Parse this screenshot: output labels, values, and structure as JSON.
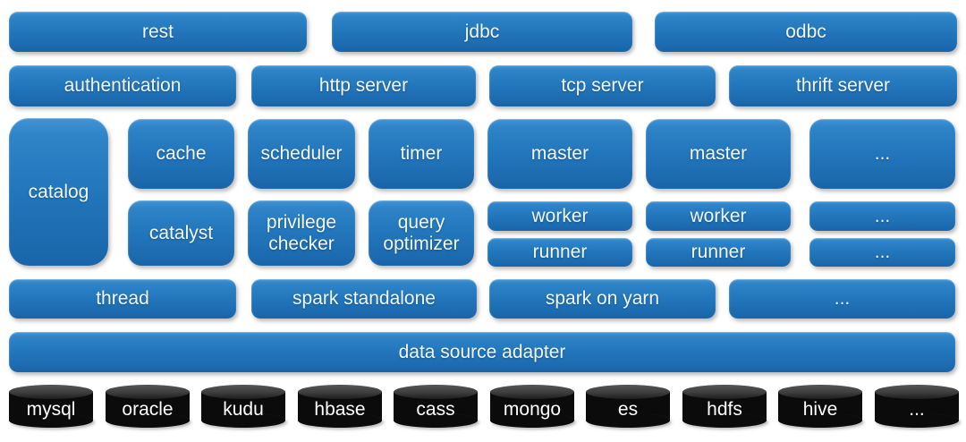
{
  "colors": {
    "background": "#ffffff",
    "box_gradient_top": "#4093d5",
    "box_gradient_bottom": "#1a64a8",
    "box_text": "#f2f7fc",
    "cylinder_body": "#0b0b0b",
    "cylinder_top": "#3d3d3d",
    "cylinder_text": "#ffffff"
  },
  "api_row": [
    "rest",
    "jdbc",
    "odbc"
  ],
  "service_row": [
    "authentication",
    "http server",
    "tcp server",
    "thrift server"
  ],
  "core": {
    "catalog": "catalog",
    "cache_col": [
      "cache",
      "catalyst"
    ],
    "scheduler_col": [
      "scheduler",
      "privilege checker"
    ],
    "timer_col": [
      "timer",
      "query optimizer"
    ],
    "cluster1": [
      "master",
      "worker",
      "runner"
    ],
    "cluster2": [
      "master",
      "worker",
      "runner"
    ],
    "cluster3": [
      "...",
      "...",
      "..."
    ]
  },
  "execution_row": [
    "thread",
    "spark standalone",
    "spark on yarn",
    "..."
  ],
  "adapter_label": "data source adapter",
  "datasource_row": [
    "mysql",
    "oracle",
    "kudu",
    "hbase",
    "cass",
    "mongo",
    "es",
    "hdfs",
    "hive",
    "..."
  ]
}
